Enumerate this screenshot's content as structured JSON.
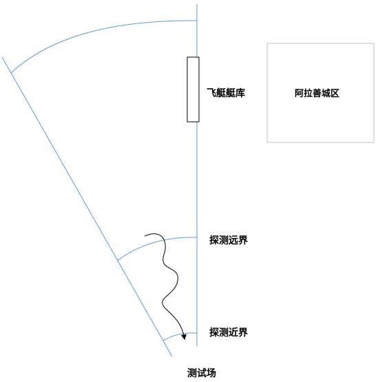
{
  "labels": {
    "hangar": "飞艇艇库",
    "region": "阿拉善城区",
    "far_boundary": "探测远界",
    "near_boundary": "探测近界",
    "test_site": "测试场"
  },
  "colors": {
    "line": "#5b9bd5",
    "hangar_border": "#000000",
    "region_border": "#bfbfbf",
    "path": "#000000",
    "text": "#000000"
  }
}
